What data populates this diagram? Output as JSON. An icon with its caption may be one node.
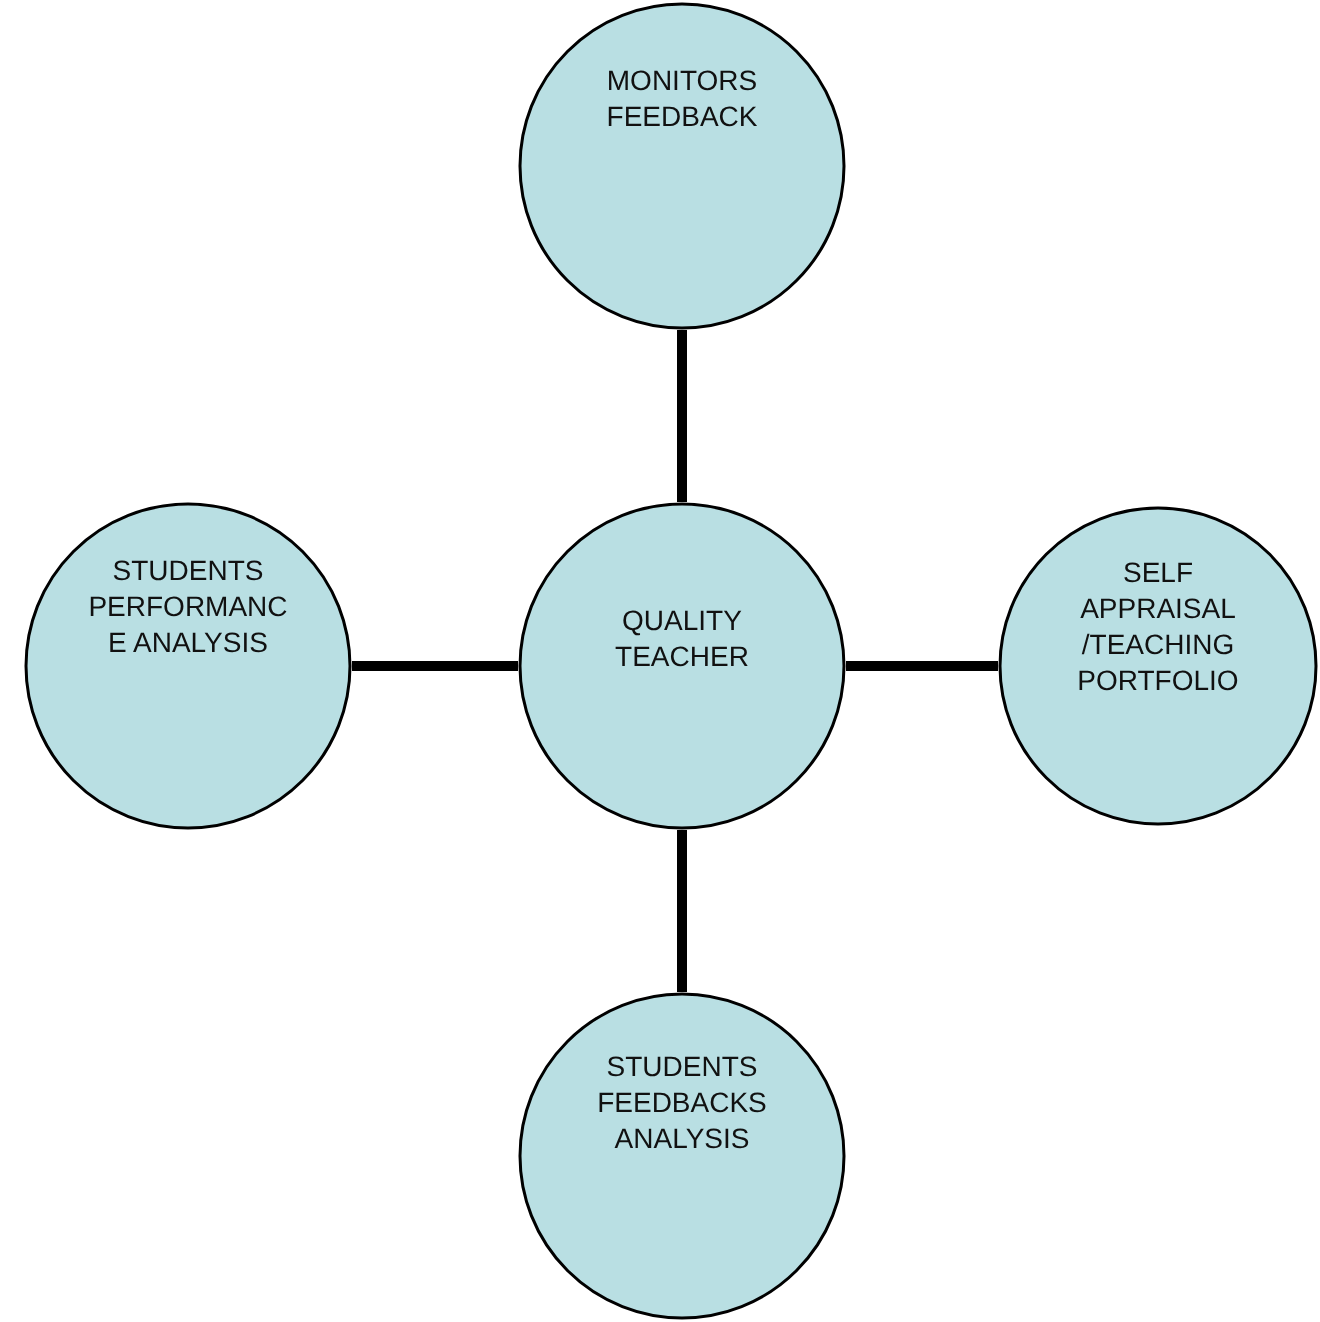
{
  "diagram": {
    "nodes": [
      {
        "text": [
          "MONITORS FEEDBACK"
        ]
      },
      {
        "text": [
          "STUDENTS PERFORMANC E ANALYSIS"
        ]
      },
      {
        "text": [
          "QUALITY TEACHER"
        ]
      },
      {
        "text": [
          "SELF APPRAISAL /TEACHING PORTFOLIO"
        ]
      },
      {
        "text": [
          "STUDENTS FEEDBACKS ANALYSIS"
        ]
      }
    ],
    "edges": [
      {
        "from": 2,
        "to": 0,
        "arrow": "none"
      },
      {
        "from": 2,
        "to": 1,
        "arrow": "none"
      },
      {
        "from": 2,
        "to": 3,
        "arrow": "none"
      },
      {
        "from": 2,
        "to": 4,
        "arrow": "none"
      }
    ]
  }
}
